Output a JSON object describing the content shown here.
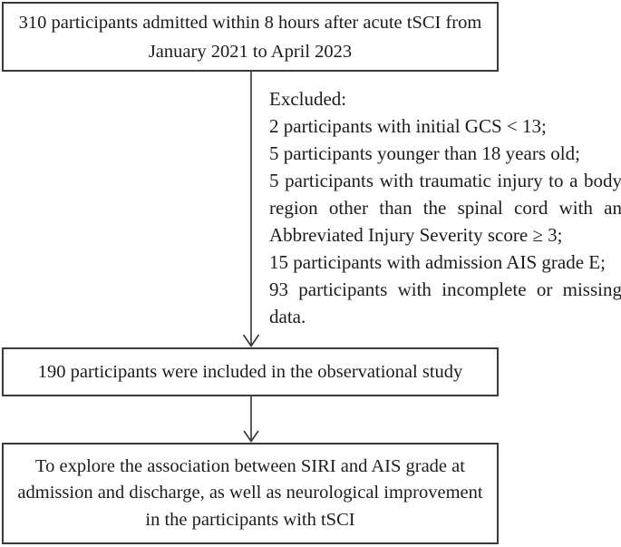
{
  "colors": {
    "background": "#ffffff",
    "box_border": "#3a3a3a",
    "text": "#1c1c1c",
    "arrow": "#333333"
  },
  "boxes": {
    "enrollment": {
      "lines": [
        "310 participants admitted within 8 hours after acute tSCI from",
        "January 2021 to April 2023"
      ]
    },
    "included": {
      "text": "190 participants were included in the observational study"
    },
    "objective": {
      "lines": [
        "To explore the association between SIRI and AIS grade at",
        "admission and discharge, as well as neurological improvement",
        "in the participants with tSCI"
      ]
    }
  },
  "excluded": {
    "lines": [
      {
        "text": "Excluded:",
        "justified": false
      },
      {
        "text": "2 participants with initial GCS < 13;",
        "justified": false
      },
      {
        "text": "5 participants younger than 18 years old;",
        "justified": false
      },
      {
        "text": "5 participants with traumatic injury to a body",
        "justified": true
      },
      {
        "text": "region other than the spinal cord with an",
        "justified": true
      },
      {
        "text": "Abbreviated Injury Severity score ≥ 3;",
        "justified": false
      },
      {
        "text": "15 participants with admission AIS grade E;",
        "justified": false
      },
      {
        "text": "93 participants with incomplete or missing",
        "justified": true
      },
      {
        "text": "data.",
        "justified": false
      }
    ]
  },
  "icons": {
    "arrow_1": "down-arrow",
    "arrow_2": "down-arrow"
  }
}
